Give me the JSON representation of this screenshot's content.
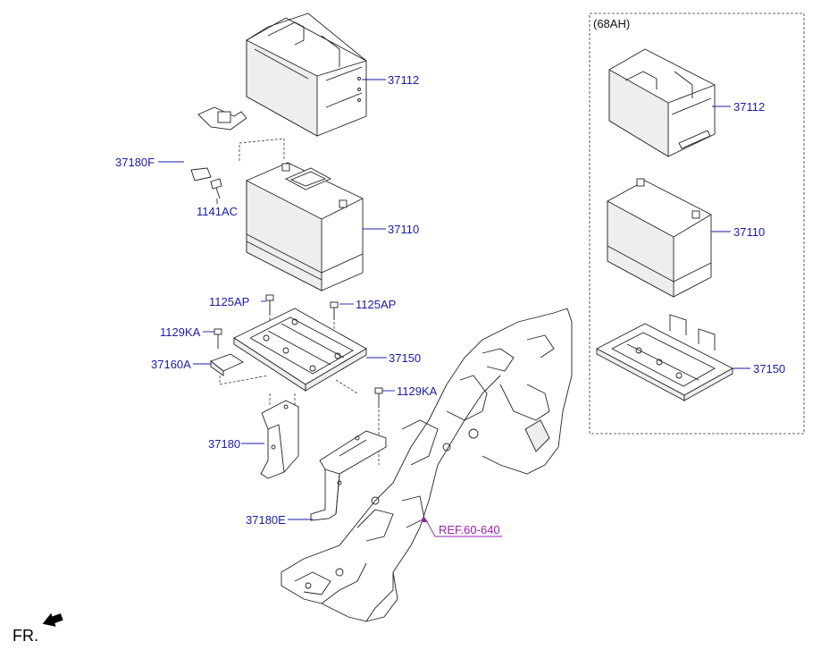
{
  "labels": {
    "tray_main": "37112",
    "cable": "37180F",
    "bolt_cable": "1141AC",
    "battery_main": "37110",
    "bolt_tray_left": "1125AP",
    "bolt_tray_right": "1125AP",
    "bolt_clamp_left": "1129KA",
    "clamp": "37160A",
    "tray_bracket": "37150",
    "bolt_bracket_right": "1129KA",
    "bracket_upper": "37180",
    "bracket_lower": "37180E",
    "ref": "REF.60-640",
    "variant_title": "(68AH)",
    "tray_alt": "37112",
    "battery_alt": "37110",
    "tray_bracket_alt": "37150",
    "fr": "FR."
  },
  "colors": {
    "part_label": "#1a1aa8",
    "ref_label": "#9b1fb0",
    "line": "#222222"
  }
}
